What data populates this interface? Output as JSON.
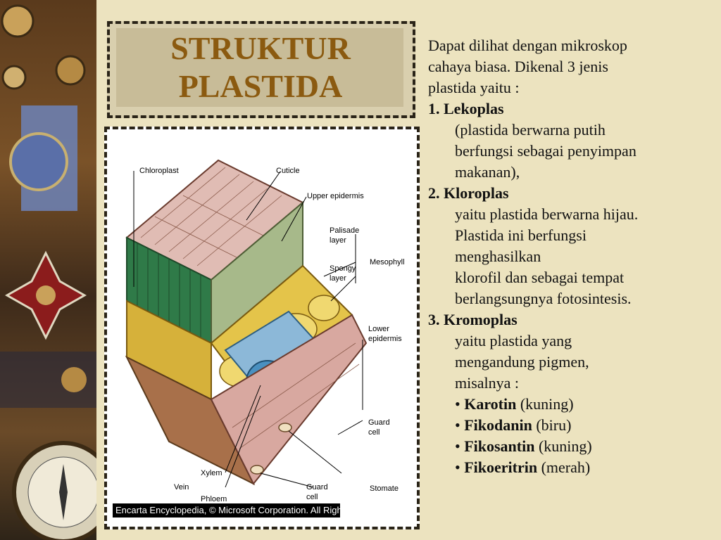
{
  "title": {
    "line1": "STRUKTUR",
    "line2": "PLASTIDA"
  },
  "intro": [
    "Dapat dilihat dengan mikroskop",
    "cahaya biasa. Dikenal 3 jenis",
    "plastida yaitu :"
  ],
  "types": [
    {
      "heading": "1. Lekoplas",
      "lines": [
        "(plastida berwarna putih",
        "berfungsi sebagai penyimpan",
        "makanan),"
      ]
    },
    {
      "heading": "2. Kloroplas",
      "lines": [
        "yaitu plastida berwarna hijau.",
        "Plastida ini berfungsi",
        "menghasilkan",
        "klorofil dan sebagai tempat",
        "berlangsungnya fotosintesis."
      ]
    },
    {
      "heading": "3. Kromoplas",
      "lines": [
        "yaitu plastida yang",
        "mengandung pigmen,",
        "misalnya :"
      ],
      "pigments": [
        {
          "bullet": "•",
          "name": "Karotin",
          "color": "(kuning)"
        },
        {
          "bullet": "•",
          "name": "Fikodanin",
          "color": "(biru)"
        },
        {
          "bullet": "•",
          "name": "Fikosantin",
          "color": "(kuning)"
        },
        {
          "bullet": "•",
          "name": "Fikoeritrin",
          "color": "(merah)"
        }
      ]
    }
  ],
  "figure": {
    "labels": {
      "chloroplast": "Chloroplast",
      "cuticle": "Cuticle",
      "upper_epidermis": "Upper epidermis",
      "palisade": [
        "Palisade",
        "layer"
      ],
      "spongy": [
        "Spongy",
        "layer"
      ],
      "mesophyll": "Mesophyll",
      "lower_epidermis": [
        "Lower",
        "epidermis"
      ],
      "guard_cell_right": [
        "Guard",
        "cell"
      ],
      "xylem": "Xylem",
      "vein": "Vein",
      "phloem": "Phloem",
      "guard_cell_bottom": [
        "Guard",
        "cell"
      ],
      "stomate": "Stomate"
    },
    "credit": "Encarta Encyclopedia, © Microsoft Corporation. All Rights Reserved."
  }
}
